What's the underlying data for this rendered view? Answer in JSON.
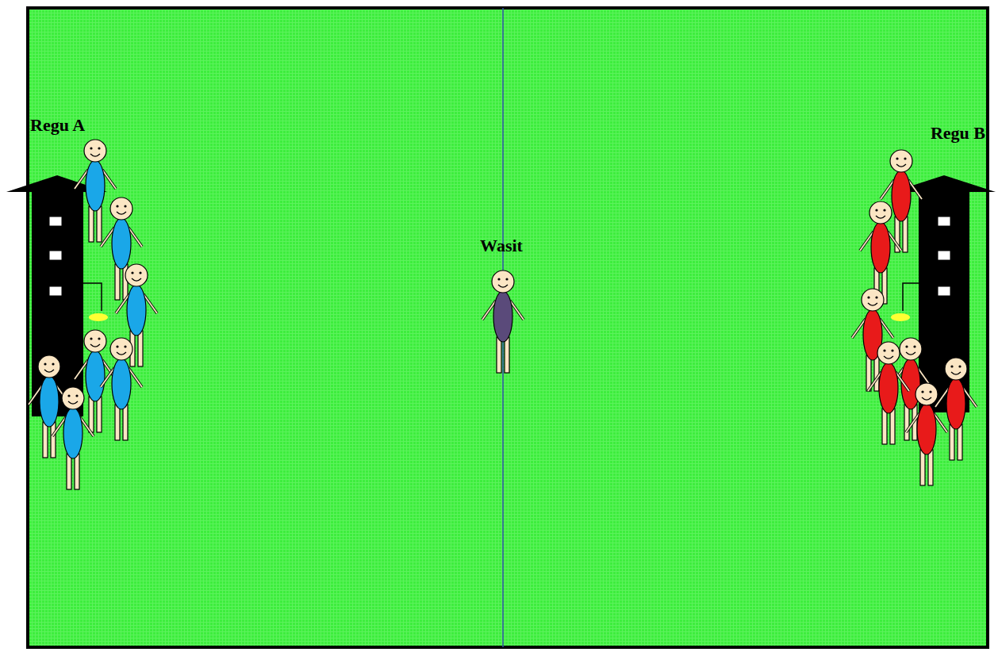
{
  "diagram": {
    "labels": [
      "Regu A",
      "Wasit",
      "Regu B"
    ]
  }
}
